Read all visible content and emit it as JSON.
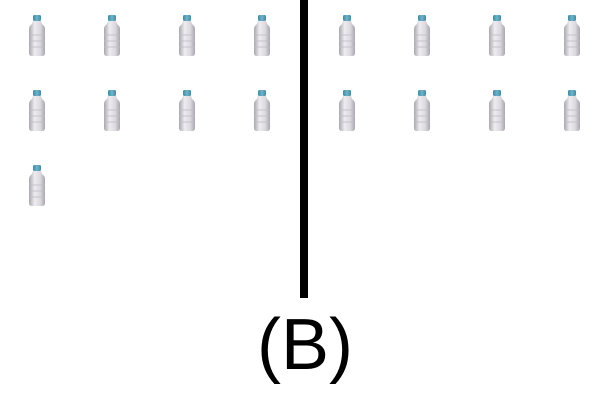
{
  "figure": {
    "caption": "(B)",
    "object_icon": "water-bottle-icon",
    "colors": {
      "divider": "#000000",
      "bottle_cap": "#5aa3bb",
      "bottle_body": "#dcd9df",
      "bottle_shade": "#a9a6ad"
    },
    "left_group": {
      "count": 9
    },
    "right_group": {
      "count": 8
    }
  }
}
